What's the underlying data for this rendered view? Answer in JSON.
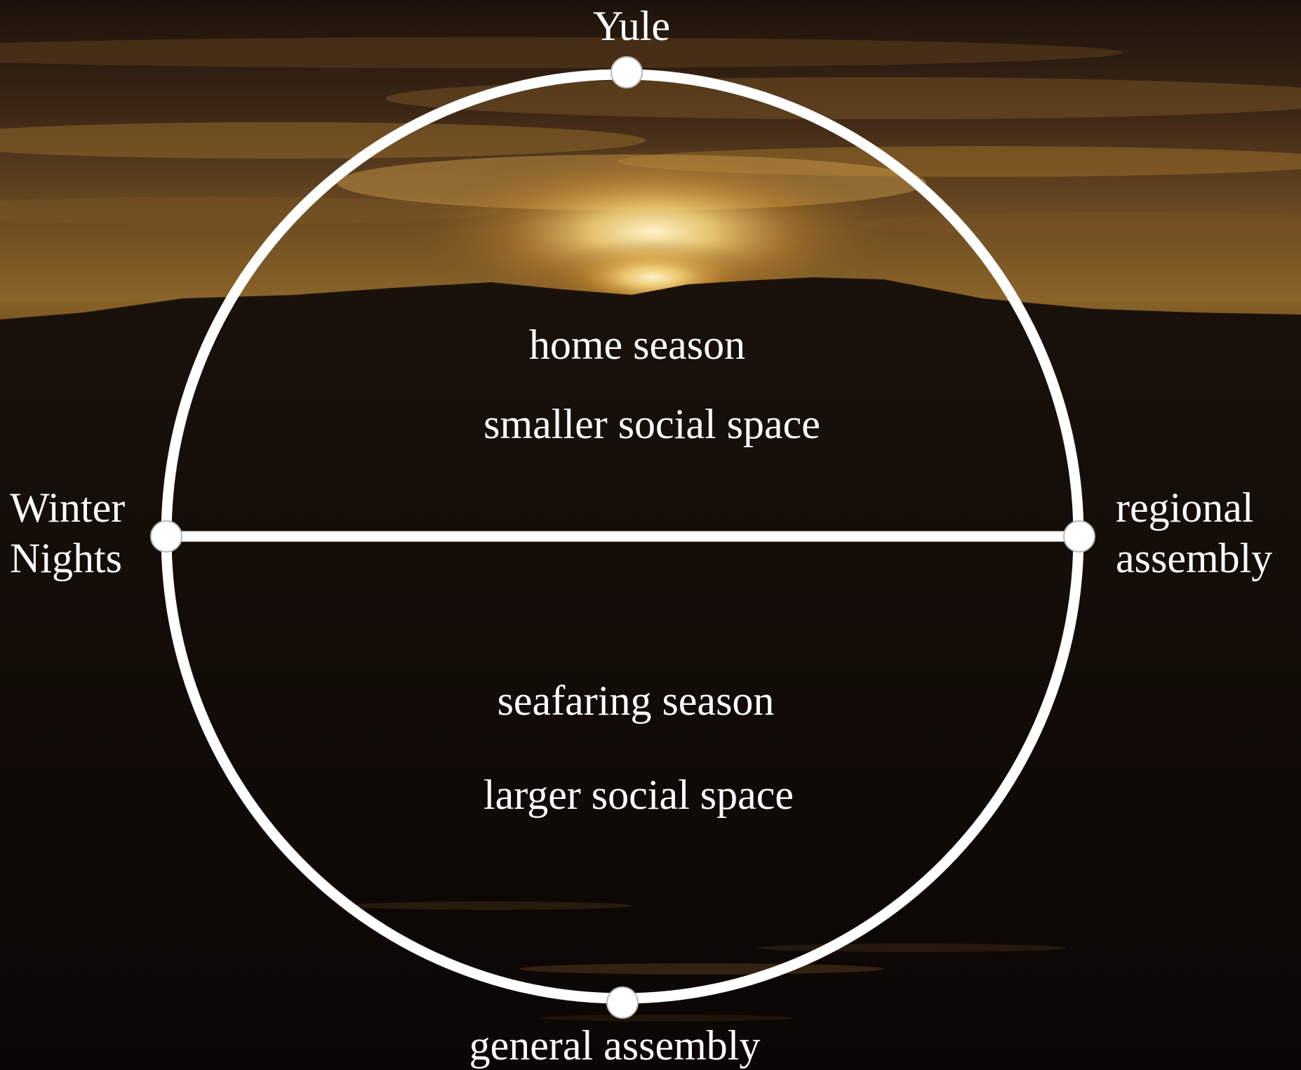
{
  "diagram": {
    "top_node_label": "Yule",
    "bottom_node_label": "general assembly",
    "left_node_label_line1": "Winter",
    "left_node_label_line2": "Nights",
    "right_node_label_line1": "regional",
    "right_node_label_line2": "assembly",
    "upper_half": {
      "season": "home season",
      "space": "smaller social space"
    },
    "lower_half": {
      "season": "seafaring season",
      "space": "larger social space"
    }
  },
  "colors": {
    "ring": "#ffffff",
    "text": "#ffffff",
    "sky_glow": "#f5d27a",
    "background_dark": "#0d0805"
  }
}
